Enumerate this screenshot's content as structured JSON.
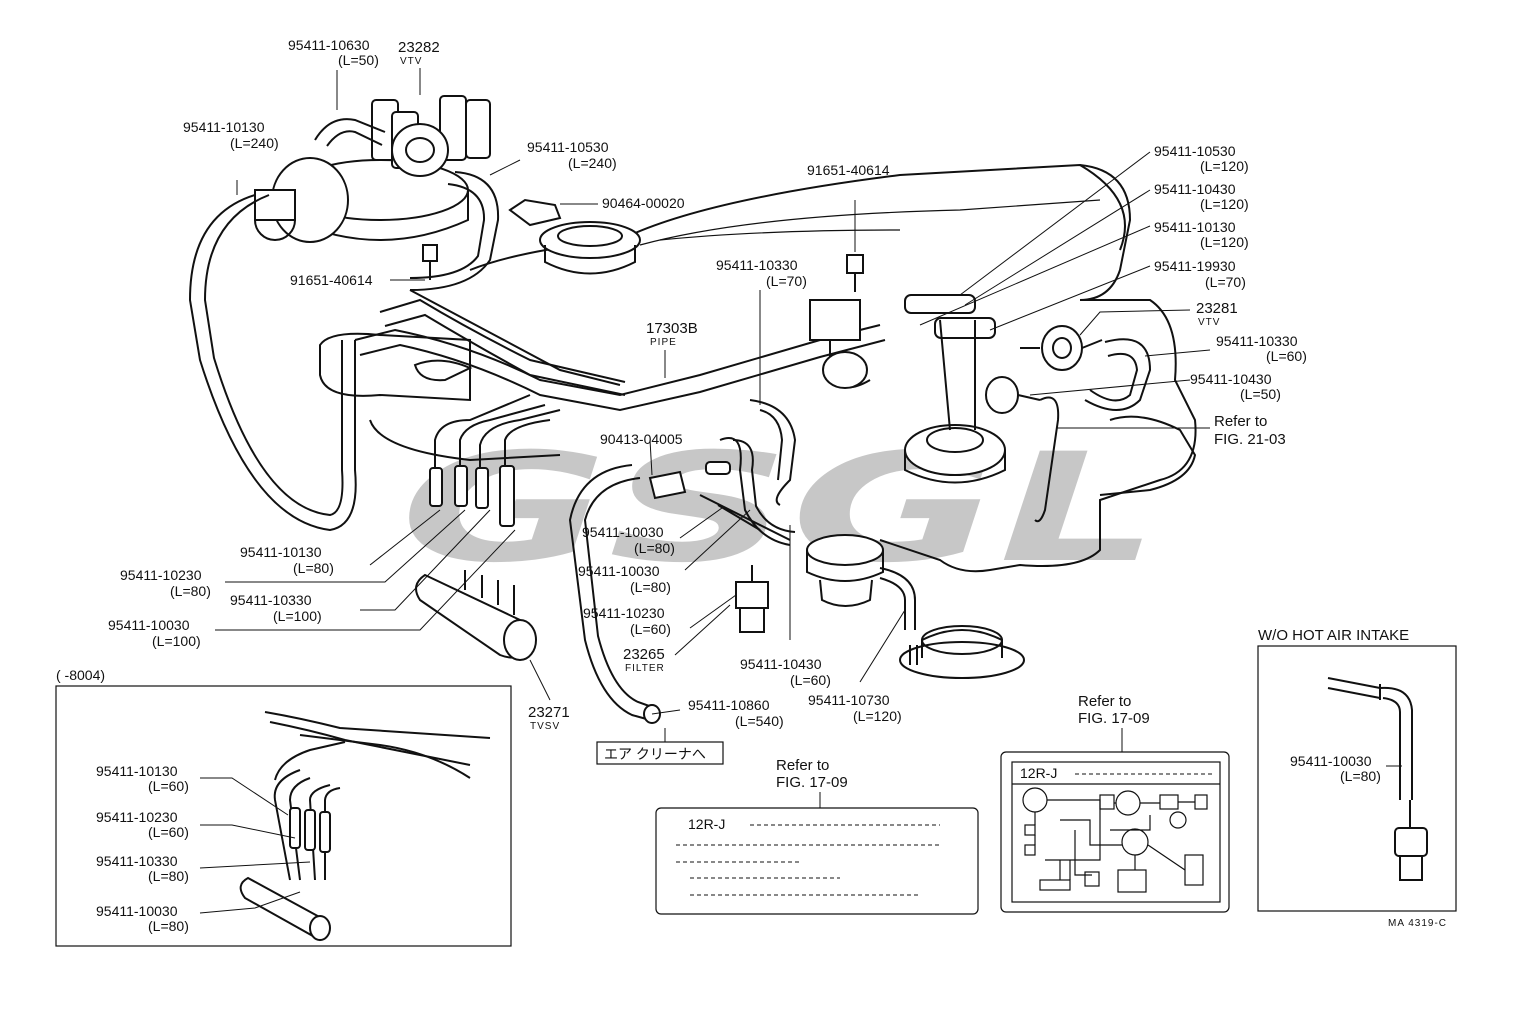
{
  "callouts": {
    "c1": {
      "part": "95411-10630",
      "spec": "(L=50)"
    },
    "c2": {
      "part": "23282",
      "spec": "VTV"
    },
    "c3": {
      "part": "95411-10130",
      "spec": "(L=240)"
    },
    "c4": {
      "part": "95411-10530",
      "spec": "(L=240)"
    },
    "c5": {
      "part": "90464-00020"
    },
    "c6": {
      "part": "91651-40614"
    },
    "c7": {
      "part": "91651-40614"
    },
    "c8": {
      "part": "95411-10530",
      "spec": "(L=120)"
    },
    "c9": {
      "part": "95411-10430",
      "spec": "(L=120)"
    },
    "c10": {
      "part": "95411-10130",
      "spec": "(L=120)"
    },
    "c11": {
      "part": "95411-19930",
      "spec": "(L=70)"
    },
    "c12": {
      "part": "23281",
      "spec": "VTV"
    },
    "c13": {
      "part": "95411-10330",
      "spec": "(L=60)"
    },
    "c14": {
      "part": "95411-10430",
      "spec": "(L=50)"
    },
    "c15": {
      "part": "Refer to",
      "spec": "FIG. 21-03"
    },
    "c16": {
      "part": "95411-10330",
      "spec": "(L=70)"
    },
    "c17": {
      "part": "17303B",
      "spec": "PIPE"
    },
    "c18": {
      "part": "90413-04005"
    },
    "c19": {
      "part": "95411-10130",
      "spec": "(L=80)"
    },
    "c20": {
      "part": "95411-10230",
      "spec": "(L=80)"
    },
    "c21": {
      "part": "95411-10330",
      "spec": "(L=100)"
    },
    "c22": {
      "part": "95411-10030",
      "spec": "(L=100)"
    },
    "c23": {
      "part": "95411-10030",
      "spec": "(L=80)"
    },
    "c24": {
      "part": "95411-10030",
      "spec": "(L=80)"
    },
    "c25": {
      "part": "95411-10230",
      "spec": "(L=60)"
    },
    "c26": {
      "part": "23265",
      "spec": "FILTER"
    },
    "c27": {
      "part": "95411-10430",
      "spec": "(L=60)"
    },
    "c28": {
      "part": "95411-10730",
      "spec": "(L=120)"
    },
    "c29": {
      "part": "23271",
      "spec": "TVSV"
    },
    "c30": {
      "part": "95411-10860",
      "spec": "(L=540)"
    }
  },
  "air_cleaner_note": "エア クリーナへ",
  "inset_left": {
    "title": "(      -8004)",
    "callouts": [
      {
        "part": "95411-10130",
        "spec": "(L=60)"
      },
      {
        "part": "95411-10230",
        "spec": "(L=60)"
      },
      {
        "part": "95411-10330",
        "spec": "(L=80)"
      },
      {
        "part": "95411-10030",
        "spec": "(L=80)"
      }
    ]
  },
  "label_mid": {
    "ref": "Refer to",
    "fig": "FIG. 17-09",
    "model": "12R-J"
  },
  "label_right": {
    "ref": "Refer to",
    "fig": "FIG. 17-09",
    "model": "12R-J"
  },
  "inset_right": {
    "title": "W/O HOT AIR INTAKE",
    "callout": {
      "part": "95411-10030",
      "spec": "(L=80)"
    }
  },
  "drawing_code": "MA 4319-C",
  "watermark": "GSGL"
}
